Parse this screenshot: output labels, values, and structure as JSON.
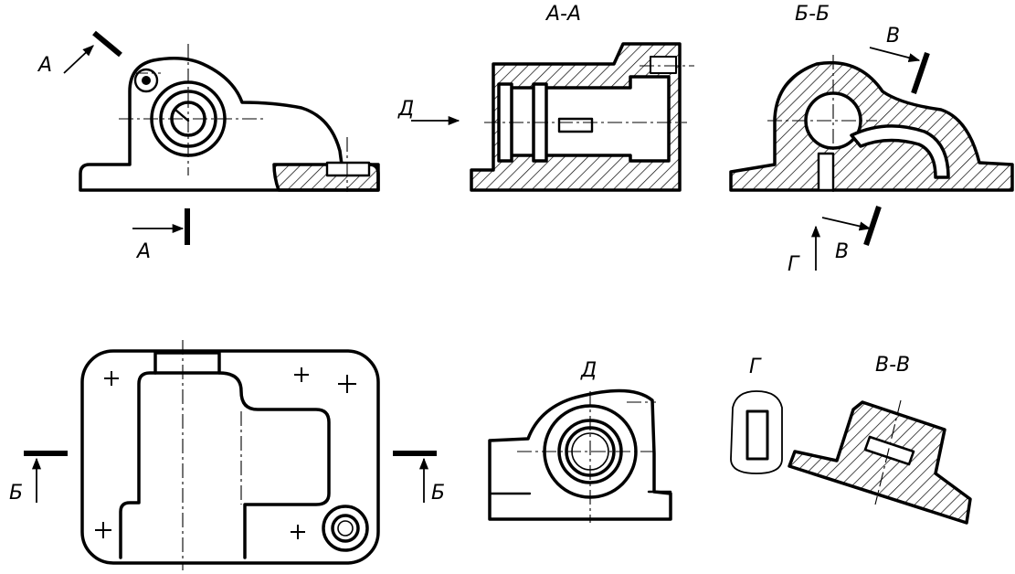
{
  "labels": {
    "view_a_left": "А",
    "view_a_bottom": "А",
    "section_aa_title": "А-А",
    "section_bb_title": "Б-Б",
    "view_d_arrow": "Д",
    "view_v_top": "В",
    "view_v_bottom": "В",
    "view_g_arrow": "Г",
    "cut_b_left": "Б",
    "cut_b_right": "Б",
    "view_d_title": "Д",
    "view_g_title": "Г",
    "section_vv_title": "В-В"
  },
  "colors": {
    "ink": "#000000",
    "paper": "#ffffff"
  }
}
